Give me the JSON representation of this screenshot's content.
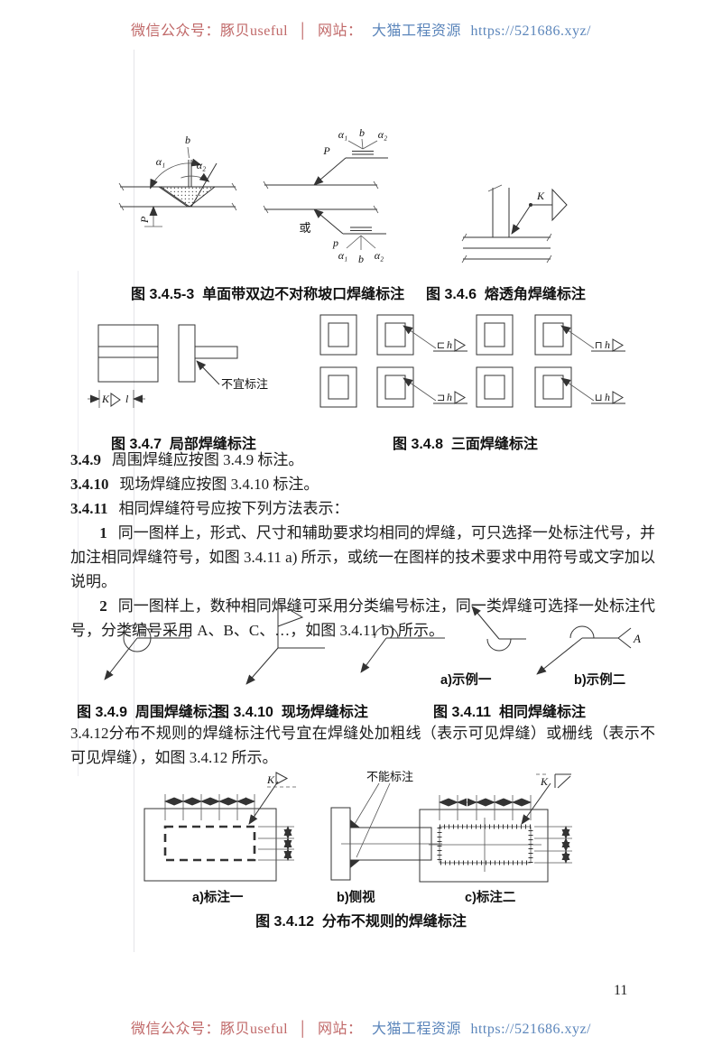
{
  "colors": {
    "banner_red": "#c06868",
    "banner_blue": "#5c86bb",
    "ink": "#1c1c1c",
    "line": "#333333"
  },
  "banner": {
    "wechat": "微信公众号：豚贝useful",
    "sep": "│",
    "site_label": "网站：",
    "site_name": "大猫工程资源",
    "url": "https://521686.xyz/"
  },
  "page_number": "11",
  "sections": {
    "s349": {
      "num": "3.4.9",
      "text": "周围焊缝应按图 3.4.9 标注。"
    },
    "s3410": {
      "num": "3.4.10",
      "text": "现场焊缝应按图 3.4.10 标注。"
    },
    "s3411": {
      "num": "3.4.11",
      "text": "相同焊缝符号应按下列方法表示："
    },
    "item1": {
      "num": "1",
      "text": "同一图样上，形式、尺寸和辅助要求均相同的焊缝，可只选择一处标注代号，并加注相同焊缝符号，如图 3.4.11 a) 所示，或统一在图样的技术要求中用符号或文字加以说明。"
    },
    "item2": {
      "num": "2",
      "text": "同一图样上，数种相同焊缝可采用分类编号标注，同一类焊缝可选择一处标注代号，分类编号采用 A、B、C、…，如图 3.4.11 b) 所示。"
    },
    "s3412": {
      "num": "3.4.12",
      "text": "分布不规则的焊缝标注代号宜在焊缝处加粗线（表示可见焊缝）或栅线（表示不可见焊缝），如图 3.4.12 所示。"
    }
  },
  "captions": {
    "fig3453": "图 3.4.5-3  单面带双边不对称坡口焊缝标注",
    "fig346": "图 3.4.6  熔透角焊缝标注",
    "fig347": "图 3.4.7  局部焊缝标注",
    "fig348": "图 3.4.8  三面焊缝标注",
    "fig349": "图 3.4.9  周围焊缝标注",
    "fig3410": "图 3.4.10  现场焊缝标注",
    "fig3411": "图 3.4.11  相同焊缝标注",
    "fig3412": "图 3.4.12  分布不规则的焊缝标注",
    "sub_a1": "a)示例一",
    "sub_b1": "b)示例二",
    "sub_a2": "a)标注一",
    "sub_b2": "b)侧视",
    "sub_c2": "c)标注二"
  },
  "labels": {
    "b": "b",
    "p_up": "P",
    "p_low": "p",
    "a1": "α₁",
    "a2": "α₂",
    "or": "或",
    "K": "K",
    "l": "l",
    "h": "h",
    "A": "A",
    "sym_left": "⊏",
    "sym_top": "⊓",
    "sym_right": "⊐",
    "sym_bottom": "⊔",
    "note_347": "不宜标注",
    "note_3412": "不能标注"
  }
}
